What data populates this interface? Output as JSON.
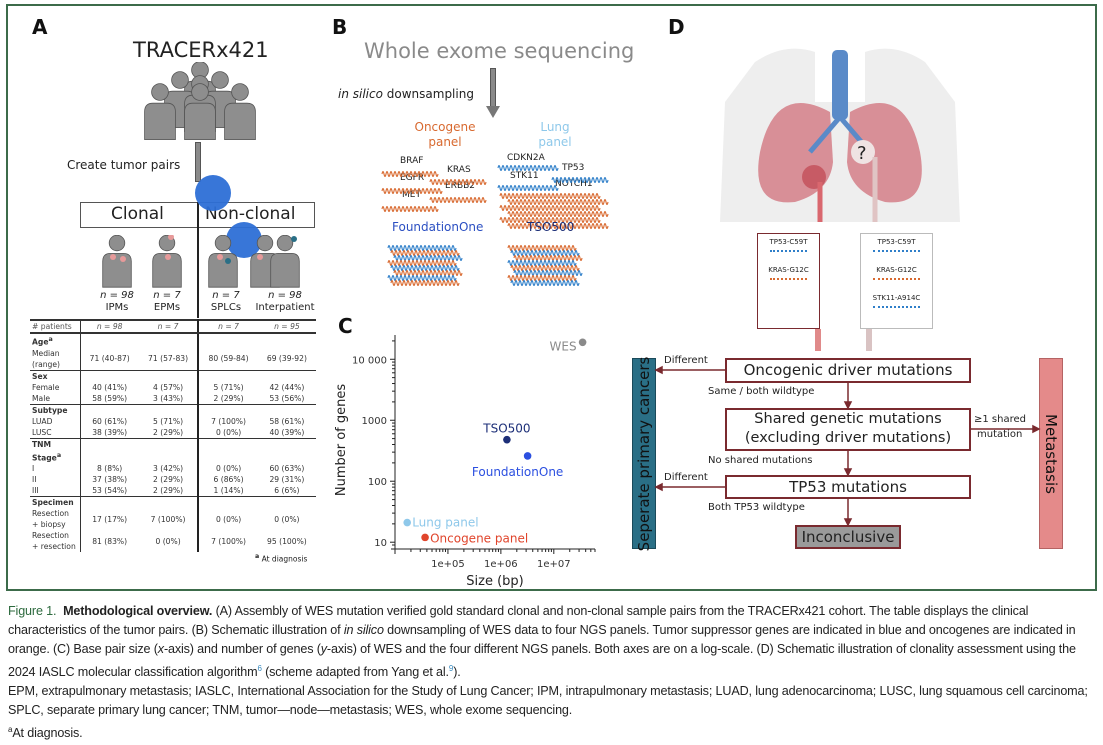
{
  "panel_labels": {
    "a": "A",
    "b": "B",
    "c": "C",
    "d": "D"
  },
  "panel_a": {
    "title": "TRACERx421",
    "arrow_label": "Create tumor pairs",
    "groups": {
      "clonal": "Clonal",
      "nonclonal": "Non-clonal"
    },
    "cohorts": [
      {
        "n": "n = 98",
        "name": "IPMs"
      },
      {
        "n": "n = 7",
        "name": "EPMs"
      },
      {
        "n": "n = 7",
        "name": "SPLCs"
      },
      {
        "n": "n = 98",
        "name": "Interpatient"
      }
    ],
    "table": {
      "header": [
        "# patients",
        "n = 98",
        "n = 7",
        "n = 7",
        "n = 95"
      ],
      "sections": [
        {
          "title": "Age",
          "sup": "a",
          "rows": [
            [
              "Median (range)",
              "71 (40-87)",
              "71 (57-83)",
              "80 (59-84)",
              "69 (39-92)"
            ]
          ]
        },
        {
          "title": "Sex",
          "rows": [
            [
              "Female",
              "40 (41%)",
              "4 (57%)",
              "5 (71%)",
              "42 (44%)"
            ],
            [
              "Male",
              "58 (59%)",
              "3 (43%)",
              "2 (29%)",
              "53 (56%)"
            ]
          ]
        },
        {
          "title": "Subtype",
          "rows": [
            [
              "LUAD",
              "60 (61%)",
              "5 (71%)",
              "7 (100%)",
              "58 (61%)"
            ],
            [
              "LUSC",
              "38 (39%)",
              "2 (29%)",
              "0 (0%)",
              "40 (39%)"
            ]
          ]
        },
        {
          "title": "TNM Stage",
          "sup": "a",
          "rows": [
            [
              "I",
              "8 (8%)",
              "3 (42%)",
              "0 (0%)",
              "60 (63%)"
            ],
            [
              "II",
              "37 (38%)",
              "2 (29%)",
              "6 (86%)",
              "29 (31%)"
            ],
            [
              "III",
              "53 (54%)",
              "2 (29%)",
              "1 (14%)",
              "6 (6%)"
            ]
          ]
        },
        {
          "title": "Specimen",
          "rows": [
            [
              "Resection + biopsy",
              "17 (17%)",
              "7 (100%)",
              "0 (0%)",
              "0 (0%)"
            ],
            [
              "Resection + resection",
              "81 (83%)",
              "0 (0%)",
              "7 (100%)",
              "95 (100%)"
            ]
          ]
        }
      ],
      "footnote_sup": "a",
      "footnote": "At diagnosis"
    }
  },
  "panel_b": {
    "title": "Whole exome sequencing",
    "arrow_label_italic": "in silico",
    "arrow_label_rest": " downsampling",
    "oncogene_panel": {
      "name_line1": "Oncogene",
      "name_line2": "panel",
      "genes": [
        "BRAF",
        "KRAS",
        "EGFR",
        "ERBB2",
        "MET"
      ]
    },
    "lung_panel": {
      "name_line1": "Lung",
      "name_line2": "panel",
      "genes": [
        "CDKN2A",
        "TP53",
        "STK11",
        "NOTCH1"
      ]
    },
    "foundationone": "FoundationOne",
    "tso500": "TSO500",
    "colors": {
      "oncogene": "#d8692f",
      "tumor_suppressor": "#2f7fc9",
      "foundationone": "#2b4fc2",
      "tso500": "#1d2f78",
      "lung": "#8ec8ea"
    }
  },
  "chart_data": {
    "type": "scatter",
    "xlabel": "Size (bp)",
    "ylabel": "Number of genes",
    "x_scale": "log",
    "y_scale": "log",
    "xlim": [
      10000,
      60000000
    ],
    "ylim": [
      9,
      25000
    ],
    "x_ticks": [
      {
        "v": 100000,
        "label": "1e+05"
      },
      {
        "v": 1000000,
        "label": "1e+06"
      },
      {
        "v": 10000000,
        "label": "1e+07"
      }
    ],
    "y_ticks": [
      {
        "v": 10,
        "label": "10"
      },
      {
        "v": 100,
        "label": "100"
      },
      {
        "v": 1000,
        "label": "1000"
      },
      {
        "v": 10000,
        "label": "10 000"
      }
    ],
    "grid": false,
    "points": [
      {
        "label": "WES",
        "x": 35000000,
        "y": 19000,
        "color": "#8a8a8a"
      },
      {
        "label": "TSO500",
        "x": 1300000,
        "y": 480,
        "color": "#1d2f78"
      },
      {
        "label": "FoundationOne",
        "x": 3200000,
        "y": 260,
        "color": "#2b4fe0"
      },
      {
        "label": "Lung panel",
        "x": 17000,
        "y": 21,
        "color": "#8ec8ea"
      },
      {
        "label": "Oncogene panel",
        "x": 37000,
        "y": 12,
        "color": "#e0452c"
      }
    ]
  },
  "panel_d": {
    "question_mark": "?",
    "left_sample": [
      "TP53-C59T",
      "KRAS-G12C"
    ],
    "right_sample": [
      "TP53-C59T",
      "KRAS-G12C",
      "STK11-A914C"
    ],
    "steps": {
      "oncogenic": "Oncogenic driver mutations",
      "shared_line1": "Shared genetic mutations",
      "shared_line2": "(excluding driver mutations)",
      "tp53": "TP53 mutations",
      "inconclusive": "Inconclusive"
    },
    "edges": {
      "different1": "Different",
      "same": "Same / both wildtype",
      "shared1": "≥1 shared",
      "shared2": "mutation",
      "no_shared": "No shared mutations",
      "different2": "Different",
      "both_wt": "Both TP53 wildtype"
    },
    "outcomes": {
      "spc": "Seperate primary cancers",
      "met": "Metastasis"
    },
    "colors": {
      "spc": "#2a6f86",
      "met": "#e48a8a",
      "inconclusive": "#9a9a9a",
      "box_border": "#7a2a2f"
    }
  },
  "caption": {
    "figure": "Figure 1.",
    "title": "Methodological overview.",
    "p1": " (A) Assembly of WES mutation verified gold standard clonal and non-clonal sample pairs from the TRACERx421 cohort. The table displays the clinical characteristics of the tumor pairs. (B) Schematic illustration of ",
    "p1_italic": "in silico",
    "p2": " downsampling of WES data to four NGS panels. Tumor suppressor genes are indicated in blue and oncogenes are indicated in orange. (C) Base pair size (",
    "p2_x": "x",
    "p3": "-axis) and number of genes (",
    "p3_y": "y",
    "p4": "-axis) of WES and the four different NGS panels. Both axes are on a log-scale. (D) Schematic illustration of clonality assessment using the 2024 IASLC molecular classification algorithm",
    "ref1": "6",
    "p5": " (scheme adapted from Yang et al.",
    "ref2": "9",
    "p6": ").",
    "abbrev": "EPM, extrapulmonary metastasis; IASLC, International Association for the Study of Lung Cancer; IPM, intrapulmonary metastasis; LUAD, lung adenocarcinoma; LUSC, lung squamous cell carcinoma; SPLC, separate primary lung cancer; TNM, tumor—node—metastasis; WES, whole exome sequencing.",
    "footnote_sup": "a",
    "footnote": "At diagnosis."
  }
}
